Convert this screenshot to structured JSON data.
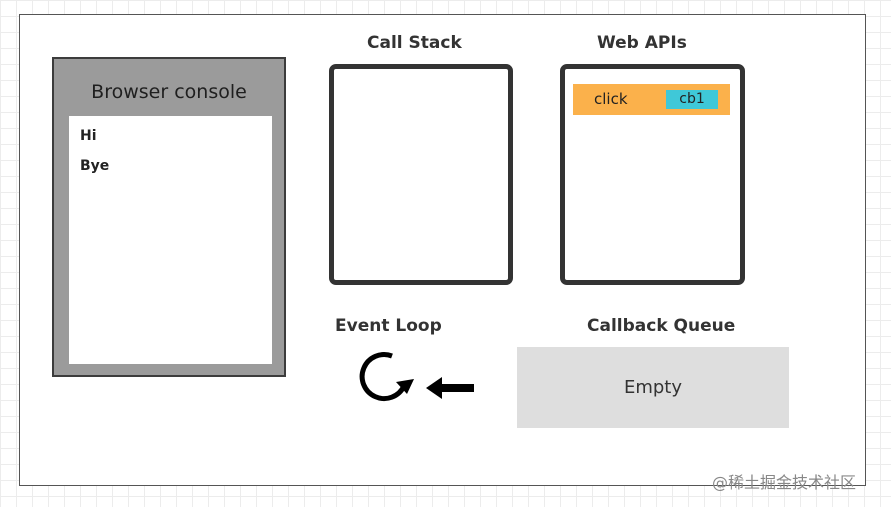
{
  "console": {
    "title": "Browser console",
    "lines": [
      "Hi",
      "Bye"
    ]
  },
  "call_stack": {
    "title": "Call Stack"
  },
  "web_apis": {
    "title": "Web APIs",
    "entries": [
      {
        "event": "click",
        "callback": "cb1"
      }
    ]
  },
  "event_loop": {
    "title": "Event Loop"
  },
  "callback_queue": {
    "title": "Callback Queue",
    "content": "Empty"
  },
  "watermark": "@稀土掘金技术社区",
  "colors": {
    "console_bg": "#9b9b9b",
    "api_entry": "#fbb14b",
    "callback_tag": "#3fc8d8",
    "queue_bg": "#dedede"
  }
}
